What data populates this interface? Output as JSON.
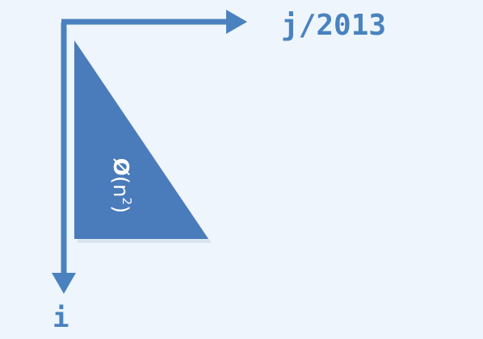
{
  "axis_j_label": "j/2013",
  "axis_i_label": "i",
  "triangle_label": {
    "phi": "Ø",
    "open_paren": "(",
    "base": "n",
    "exponent": "2",
    "close_paren": ")"
  },
  "colors": {
    "background": "#eef5fc",
    "axis": "#4a82bf",
    "triangle": "#4a7bbb",
    "triangle_label": "#ffffff"
  }
}
